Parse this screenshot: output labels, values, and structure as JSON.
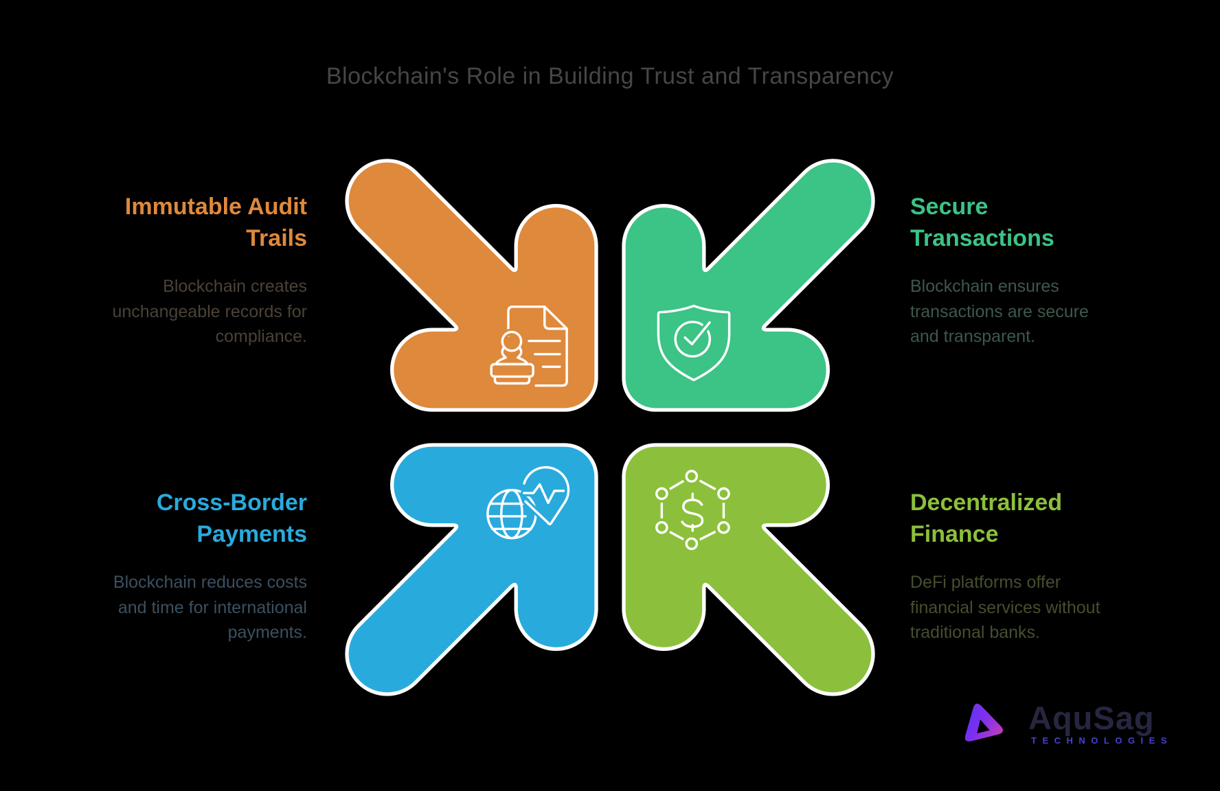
{
  "title": "Blockchain's Role in Building Trust and Transparency",
  "colors": {
    "background": "#000000",
    "title": "#464646"
  },
  "quadrants": [
    {
      "id": "immutable-audit-trails",
      "title_lines": [
        "Immutable Audit",
        "Trails"
      ],
      "desc_lines": [
        "Blockchain creates",
        "unchangeable records for",
        "compliance."
      ],
      "accent": "#df893c",
      "desc_color": "#4b4238",
      "icon": "stamp-document-icon"
    },
    {
      "id": "secure-transactions",
      "title_lines": [
        "Secure",
        "Transactions"
      ],
      "desc_lines": [
        "Blockchain ensures",
        "transactions are secure",
        "and transparent."
      ],
      "accent": "#3cc386",
      "desc_color": "#3e584b",
      "icon": "shield-check-icon"
    },
    {
      "id": "cross-border-payments",
      "title_lines": [
        "Cross-Border",
        "Payments"
      ],
      "desc_lines": [
        "Blockchain reduces costs",
        "and time for international",
        "payments."
      ],
      "accent": "#29aadd",
      "desc_color": "#3b5060",
      "icon": "globe-pulse-icon"
    },
    {
      "id": "decentralized-finance",
      "title_lines": [
        "Decentralized",
        "Finance"
      ],
      "desc_lines": [
        "DeFi platforms offer",
        "financial services without",
        "traditional banks."
      ],
      "accent": "#8cc03c",
      "desc_color": "#454f2e",
      "icon": "network-dollar-icon"
    }
  ],
  "logo": {
    "name": "AquSag",
    "tagline": "TECHNOLOGIES",
    "name_color": "#26263f",
    "tagline_color": "#4541d0",
    "gradient": [
      "#4038f0",
      "#7b2ff0",
      "#e8459c"
    ]
  }
}
